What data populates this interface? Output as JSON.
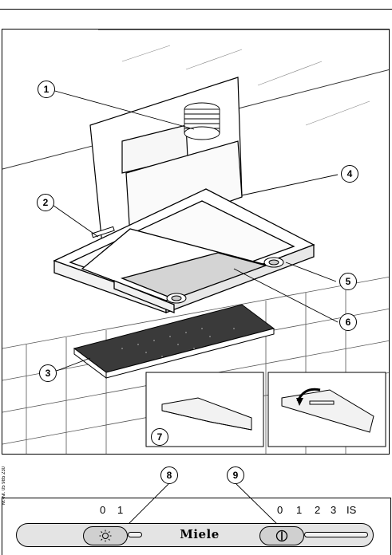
{
  "callouts": [
    "1",
    "2",
    "3",
    "4",
    "5",
    "6",
    "7",
    "8",
    "9"
  ],
  "side_code": "M.-Nr. 05 985 230",
  "control_panel": {
    "light_scale": [
      "0",
      "1"
    ],
    "fan_scale": [
      "0",
      "1",
      "2",
      "3",
      "IS"
    ],
    "brand": "Miele",
    "light_icon": "light-bulb-icon",
    "fan_icon": "fan-switch-icon"
  }
}
